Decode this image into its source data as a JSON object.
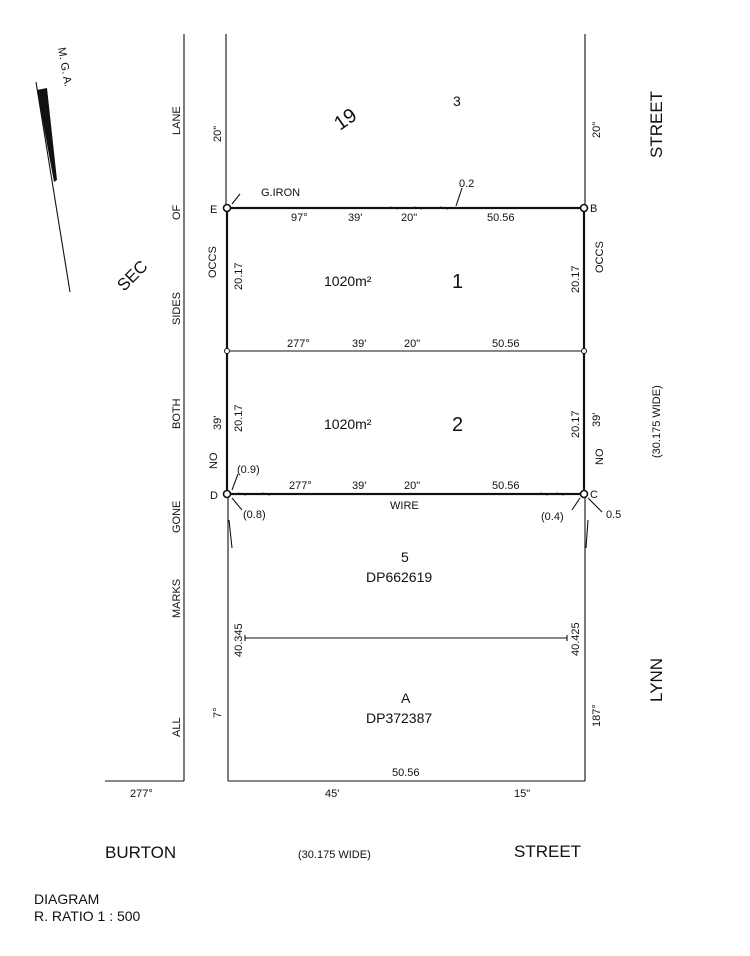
{
  "north_arrow": {
    "label": "M. G. A."
  },
  "roads": {
    "left_lane_words": [
      "ALL",
      "MARKS",
      "GONE",
      "BOTH",
      "SIDES",
      "OF",
      "LANE"
    ],
    "sec": "SEC",
    "right_name_1": "STREET",
    "right_name_2": "LYNN",
    "right_width": "(30.175  WIDE)",
    "bottom_left": "BURTON",
    "bottom_width": "(30.175  WIDE)",
    "bottom_right": "STREET"
  },
  "corners": {
    "E": "E",
    "B": "B",
    "D": "D",
    "C": "C"
  },
  "labels": {
    "g_iron": "G.IRON",
    "n02": "0.2",
    "n09": "(0.9)",
    "n08": "(0.8)",
    "n04": "(0.4)",
    "n05": "0.5",
    "wire": "WIRE",
    "occs": "OCCS",
    "no": "NO"
  },
  "lots": {
    "lot19": "19",
    "lot3": "3",
    "lot1": {
      "number": "1",
      "area": "1020m²"
    },
    "lot2": {
      "number": "2",
      "area": "1020m²"
    },
    "lot5": {
      "number": "5",
      "plan": "DP662619"
    },
    "lotA": {
      "number": "A",
      "plan": "DP372387"
    }
  },
  "bearings": {
    "top": [
      "97°",
      "39'",
      "20\"",
      "50.56"
    ],
    "mid": [
      "277°",
      "39'",
      "20\"",
      "50.56"
    ],
    "low": [
      "277°",
      "39'",
      "20\"",
      "50.56"
    ],
    "bottom": [
      "277°",
      "45'",
      "15\"",
      "50.56"
    ]
  },
  "sides": {
    "left_20": "20\"",
    "right_20": "20\"",
    "left_2017": "20.17",
    "right_2017": "20.17",
    "left_39": "39'",
    "right_39": "39'",
    "left_40345": "40.345",
    "right_40425": "40.425",
    "left_7": "7°",
    "right_187": "187°"
  },
  "footer": {
    "line1": "DIAGRAM",
    "line2": "R. RATIO  1 : 500"
  }
}
